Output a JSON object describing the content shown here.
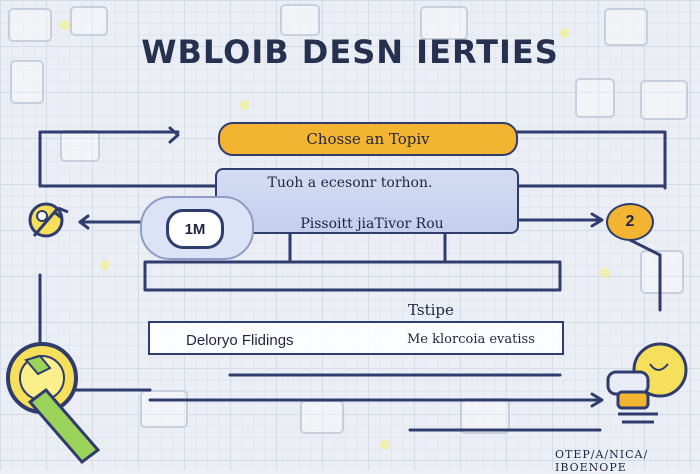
{
  "title": "WBLOIB DESN IERTIES",
  "nodes": {
    "top_pill": "Chosse an Topiv",
    "panel_line_1": "Tuoh a ecesonr torhon.",
    "panel_line_2": "Pissoitt jiaTivor Rou",
    "mm_badge": "1M",
    "number_badge": "2",
    "mid_label": "Tstipe",
    "wide_left": "Deloryo Flidings",
    "wide_right": "Me klorcoia evatiss",
    "bottom_right": "OTEP/A/NICA/ IBOENOPE"
  },
  "icons": [
    "key-icon",
    "magnifier-icon",
    "lightbulb-icon"
  ],
  "colors": {
    "accent_orange": "#f3b431",
    "ink_navy": "#2f3c6e",
    "panel_blue": "#c5cfee",
    "magnifier_green": "#9bd35a",
    "bulb_yellow": "#f6df5a"
  }
}
